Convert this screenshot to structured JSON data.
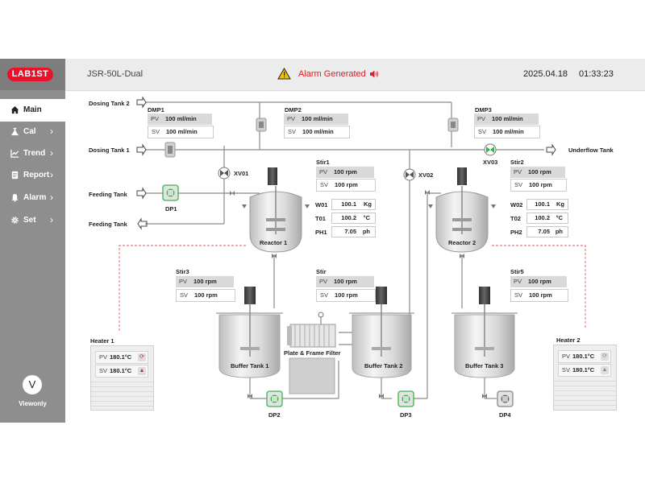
{
  "header": {
    "app_title": "JSR-50L-Dual",
    "alarm_text": "Alarm Generated",
    "date": "2025.04.18",
    "time": "01:33:23"
  },
  "sidebar": {
    "logo": "LAB1ST",
    "items": [
      {
        "label": "Main",
        "icon": "home-icon",
        "active": true
      },
      {
        "label": "Cal",
        "icon": "flask-icon"
      },
      {
        "label": "Trend",
        "icon": "chart-icon"
      },
      {
        "label": "Report",
        "icon": "report-icon"
      },
      {
        "label": "Alarm",
        "icon": "bell-icon"
      },
      {
        "label": "Set",
        "icon": "gear-icon"
      }
    ],
    "chevron": "›",
    "viewonly_letter": "V",
    "viewonly_label": "Viewonly"
  },
  "flows": {
    "dosing_tank_2": "Dosing Tank 2",
    "dosing_tank_1": "Dosing Tank 1",
    "feeding_tank_in": "Feeding Tank",
    "feeding_tank_out": "Feeding Tank",
    "underflow_tank": "Underflow Tank"
  },
  "pumps": {
    "dmp1": {
      "label": "DMP1",
      "pv_key": "PV",
      "pv": "100 ml/min",
      "sv_key": "SV",
      "sv": "100 ml/min"
    },
    "dmp2": {
      "label": "DMP2",
      "pv_key": "PV",
      "pv": "100 ml/min",
      "sv_key": "SV",
      "sv": "100 ml/min"
    },
    "dmp3": {
      "label": "DMP3",
      "pv_key": "PV",
      "pv": "100 ml/min",
      "sv_key": "SV",
      "sv": "100 ml/min"
    },
    "dp1": "DP1",
    "dp2": "DP2",
    "dp3": "DP3",
    "dp4": "DP4"
  },
  "valves": {
    "xv01": "XV01",
    "xv02": "XV02",
    "xv03": "XV03"
  },
  "stirrers": {
    "stir1": {
      "label": "Stir1",
      "pv_key": "PV",
      "pv": "100 rpm",
      "sv_key": "SV",
      "sv": "100 rpm"
    },
    "stir2": {
      "label": "Stir2",
      "pv_key": "PV",
      "pv": "100 rpm",
      "sv_key": "SV",
      "sv": "100 rpm"
    },
    "stir3": {
      "label": "Stir3",
      "pv_key": "PV",
      "pv": "100 rpm",
      "sv_key": "SV",
      "sv": "100 rpm"
    },
    "stir": {
      "label": "Stir",
      "pv_key": "PV",
      "pv": "100 rpm",
      "sv_key": "SV",
      "sv": "100 rpm"
    },
    "stir5": {
      "label": "Stir5",
      "pv_key": "PV",
      "pv": "100 rpm",
      "sv_key": "SV",
      "sv": "100 rpm"
    }
  },
  "reactor1": {
    "label": "Reactor 1",
    "w_label": "W01",
    "w_value": "100.1",
    "w_unit": "Kg",
    "t_label": "T01",
    "t_value": "100.2",
    "t_unit": "°C",
    "ph_label": "PH1",
    "ph_value": "7.05",
    "ph_unit": "ph"
  },
  "reactor2": {
    "label": "Reactor 2",
    "w_label": "W02",
    "w_value": "100.1",
    "w_unit": "Kg",
    "t_label": "T02",
    "t_value": "100.2",
    "t_unit": "°C",
    "ph_label": "PH2",
    "ph_value": "7.05",
    "ph_unit": "ph"
  },
  "buffer_tanks": {
    "tank1": "Buffer Tank 1",
    "tank2": "Buffer Tank 2",
    "tank3": "Buffer Tank 3"
  },
  "filter": {
    "label": "Plate & Frame Filter"
  },
  "heater1": {
    "label": "Heater 1",
    "pv_key": "PV",
    "pv": "180.1°C",
    "sv_key": "SV",
    "sv": "180.1°C"
  },
  "heater2": {
    "label": "Heater 2",
    "pv_key": "PV",
    "pv": "180.1°C",
    "sv_key": "SV",
    "sv": "180.1°C"
  },
  "colors": {
    "accent": "#e8132b",
    "pump_green": "#3cb34a",
    "pipe": "#777777",
    "dash_red": "#e05a5a"
  }
}
